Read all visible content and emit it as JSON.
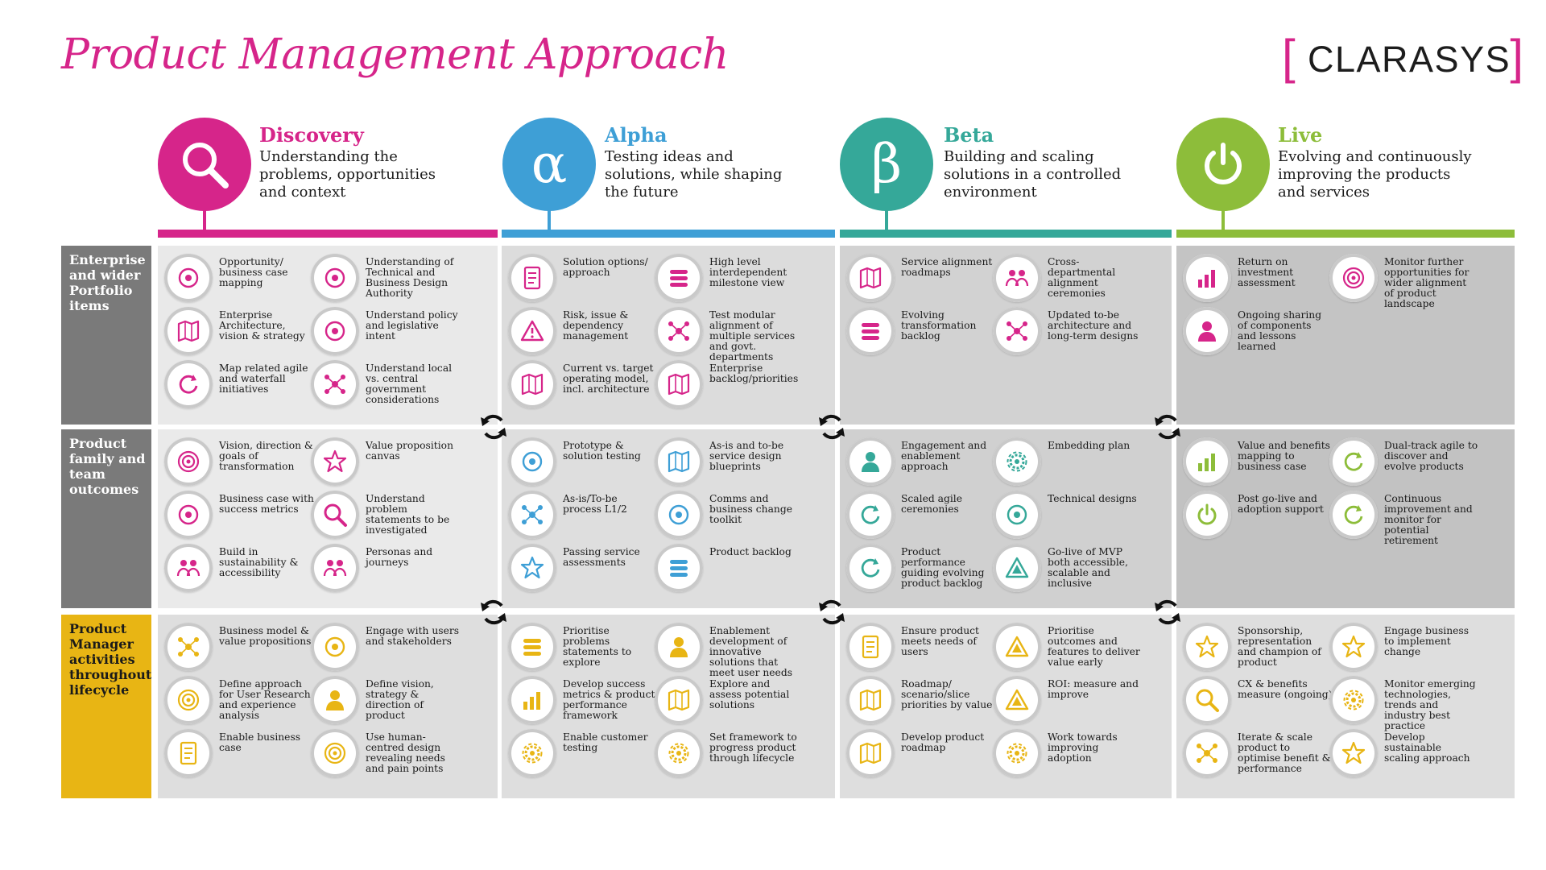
{
  "title": "Product Management Approach",
  "logo": {
    "brand": "CLARASYS",
    "bracket_open": "[",
    "bracket_close": "]"
  },
  "colors": {
    "discovery": "#d6258a",
    "alpha": "#3e9fd6",
    "beta": "#35a899",
    "live": "#8dbd3a",
    "label_grey": "#7a7a7a",
    "label_gold": "#e8b514"
  },
  "phases": [
    {
      "name": "Discovery",
      "desc": "Understanding the problems, opportunities and context",
      "symbol": "search-icon"
    },
    {
      "name": "Alpha",
      "desc": "Testing ideas and solutions, while shaping the future",
      "symbol": "α"
    },
    {
      "name": "Beta",
      "desc": "Building and scaling solutions in a controlled environment",
      "symbol": "β"
    },
    {
      "name": "Live",
      "desc": "Evolving and continuously improving the products and services",
      "symbol": "power-icon"
    }
  ],
  "rows": [
    {
      "label": "Enterprise and wider Portfolio items"
    },
    {
      "label": "Product family and team outcomes"
    },
    {
      "label": "Product Manager activities throughout lifecycle"
    }
  ],
  "items": [
    [
      [
        [
          "Opportunity/ business case mapping",
          "bulb-icon"
        ],
        [
          "Understanding of Technical and Business Design Authority",
          "bank-icon"
        ],
        [
          "Enterprise Architecture, vision & strategy",
          "blueprint-icon"
        ],
        [
          "Understand policy and legislative intent",
          "gavel-icon"
        ],
        [
          "Map related agile and waterfall initiatives",
          "agile-map-icon"
        ],
        [
          "Understand local vs. central government considerations",
          "hierarchy-icon"
        ]
      ],
      [
        [
          "Solution options/ approach",
          "document-icon"
        ],
        [
          "High level interdependent milestone view",
          "gantt-icon"
        ],
        [
          "Risk, issue & dependency management",
          "warning-icon"
        ],
        [
          "Test modular alignment of multiple services and govt. departments",
          "venn-icon"
        ],
        [
          "Current vs. target operating model, incl. architecture",
          "blueprint-icon"
        ],
        [
          "Enterprise backlog/priorities",
          "signpost-icon"
        ]
      ],
      [
        [
          "Service alignment roadmaps",
          "route-icon"
        ],
        [
          "Cross-departmental alignment ceremonies",
          "team-icon"
        ],
        [
          "Evolving transformation backlog",
          "backlog-icon"
        ],
        [
          "Updated to-be architecture and long-term designs",
          "blocks-icon"
        ]
      ],
      [
        [
          "Return on investment assessment",
          "person-growth-icon"
        ],
        [
          "Monitor further opportunities for wider alignment of product landscape",
          "globe-icon"
        ],
        [
          "Ongoing sharing of components and lessons learned",
          "mortarboard-icon"
        ]
      ]
    ],
    [
      [
        [
          "Vision, direction & goals of transformation",
          "target-icon"
        ],
        [
          "Value proposition canvas",
          "smiley-icon"
        ],
        [
          "Business case with success metrics",
          "money-icon"
        ],
        [
          "Understand problem statements to be investigated",
          "magnifier-icon"
        ],
        [
          "Build in sustainability & accessibility",
          "people-icon"
        ],
        [
          "Personas and journeys",
          "persona-icon"
        ]
      ],
      [
        [
          "Prototype & solution testing",
          "laptop-icon"
        ],
        [
          "As-is and to-be service design blueprints",
          "design-icon"
        ],
        [
          "As-is/To-be process L1/2",
          "process-icon"
        ],
        [
          "Comms and business change toolkit",
          "megaphone-icon"
        ],
        [
          "Passing service assessments",
          "badge-icon"
        ],
        [
          "Product backlog",
          "list-icon"
        ]
      ],
      [
        [
          "Engagement and enablement approach",
          "kick-icon"
        ],
        [
          "Embedding plan",
          "tools-icon"
        ],
        [
          "Scaled agile ceremonies",
          "agile-icon"
        ],
        [
          "Technical designs",
          "desk-icon"
        ],
        [
          "Product performance guiding evolving product backlog",
          "cycle-icon"
        ],
        [
          "Go-live of MVP both accessible, scalable and inclusive",
          "triangle-icon"
        ]
      ],
      [
        [
          "Value and benefits mapping to business case",
          "bar-chart-icon"
        ],
        [
          "Dual-track agile to discover and evolve products",
          "dual-track-icon"
        ],
        [
          "Post go-live and adoption support",
          "power-icon"
        ],
        [
          "Continuous improvement and monitor for potential retirement",
          "refresh-icon"
        ]
      ]
    ],
    [
      [
        [
          "Business model & value propositions",
          "network-icon"
        ],
        [
          "Engage with users and stakeholders",
          "chat-icon"
        ],
        [
          "Define approach for User Research and experience analysis",
          "user-target-icon"
        ],
        [
          "Define vision, strategy & direction of product",
          "chess-icon"
        ],
        [
          "Enable business case",
          "doc-icon"
        ],
        [
          "Use human-centred design revealing needs and pain points",
          "dartboard-icon"
        ]
      ],
      [
        [
          "Prioritise problems statements to explore",
          "priority-icon"
        ],
        [
          "Enablement development of innovative solutions that meet user needs",
          "user-check-icon"
        ],
        [
          "Develop success metrics & product performance framework",
          "coins-icon"
        ],
        [
          "Explore and assess potential solutions",
          "signpost-icon"
        ],
        [
          "Enable customer testing",
          "gear-check-icon"
        ],
        [
          "Set framework to progress product through lifecycle",
          "gear-cycle-icon"
        ]
      ],
      [
        [
          "Ensure product meets needs of users",
          "clipboard-icon"
        ],
        [
          "Prioritise outcomes and features to deliver value early",
          "triangle-nodes-icon"
        ],
        [
          "Roadmap/ scenario/slice priorities by value",
          "map-icon"
        ],
        [
          "ROI: measure and improve",
          "ruler-icon"
        ],
        [
          "Develop product roadmap",
          "map-pin-icon"
        ],
        [
          "Work towards improving adoption",
          "wrench-icon"
        ]
      ],
      [
        [
          "Sponsorship, representation and champion of product",
          "trophy-icon"
        ],
        [
          "Engage business to implement change",
          "butterfly-icon"
        ],
        [
          "CX & benefits measure (ongoing)",
          "benefit-search-icon"
        ],
        [
          "Monitor emerging technologies, trends and industry best practice",
          "chip-icon"
        ],
        [
          "Iterate & scale product to optimise benefit & performance",
          "dots-circle-icon"
        ],
        [
          "Develop sustainable scaling approach",
          "expand-icon"
        ]
      ]
    ]
  ]
}
